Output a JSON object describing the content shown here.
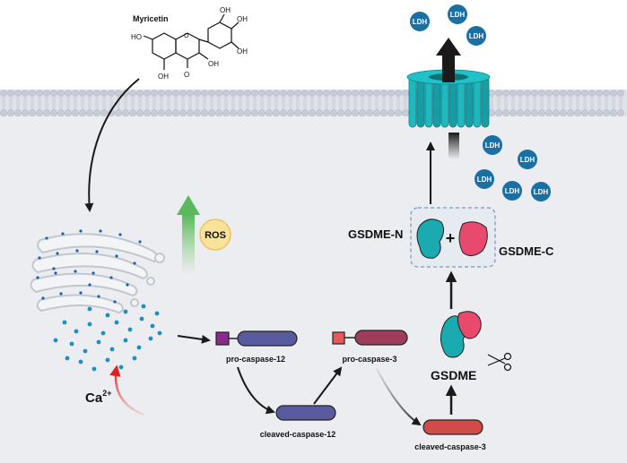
{
  "drug": {
    "name": "Myricetin",
    "substituents": {
      "ho_left": "HO",
      "oh_top1": "OH",
      "oh_top2": "OH",
      "oh_right": "OH",
      "oh_mid": "OH",
      "oh_bottom": "OH",
      "carbonyl": "O",
      "ring_o": "O"
    }
  },
  "labels": {
    "ros": "ROS",
    "calcium": "Ca",
    "calcium_sup": "2+",
    "pro_caspase_12": "pro-caspase-12",
    "pro_caspase_3": "pro-caspase-3",
    "cleaved_caspase_12": "cleaved-caspase-12",
    "cleaved_caspase_3": "cleaved-caspase-3",
    "gsdme": "GSDME",
    "gsdme_n": "GSDME-N",
    "gsdme_c": "GSDME-C",
    "plus": "+",
    "ldh": "LDH"
  },
  "colors": {
    "membrane_head": "#c7cdd6",
    "cytoplasm": "#ebedf0",
    "ldh": "#1a6fa3",
    "caspase12": "#5a5a9e",
    "caspase3": "#d24b4b",
    "gsdme_n": "#1aaab0",
    "gsdme_c": "#e84a6e",
    "ros": "#f9e29a",
    "calcium_dot": "#1f8fc0",
    "er": "#cfd3da"
  }
}
